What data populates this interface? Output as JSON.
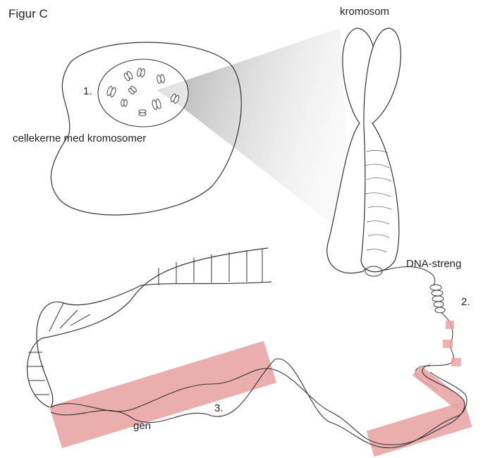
{
  "figure": {
    "title": "Figur C"
  },
  "labels": {
    "chromosome": "kromosom",
    "nucleus_number": "1.",
    "nucleus": "cellekerne med kromosomer",
    "dna_strand": "DNA-streng",
    "dna_number": "2.",
    "gene_number": "3.",
    "gene": "gen"
  },
  "colors": {
    "line": "#333333",
    "highlight": "#e8a0a0",
    "zoom_shade": "#bdbdbd"
  }
}
